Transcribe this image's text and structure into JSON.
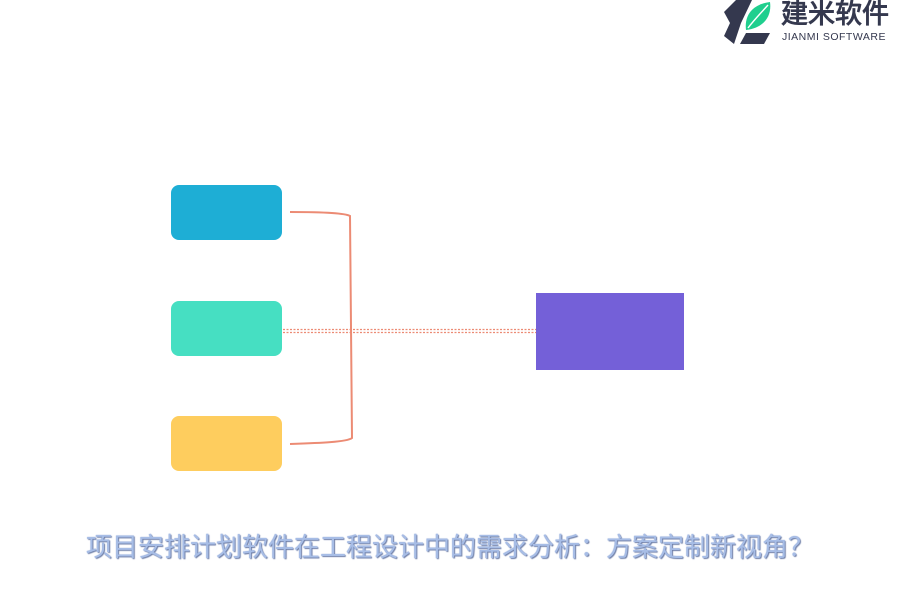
{
  "logo": {
    "name_cn": "建米软件",
    "name_en": "JIANMI SOFTWARE",
    "icon": "jianmi-leaf-logo-icon",
    "colors": {
      "dark": "#34384e",
      "green": "#1fcf8e"
    }
  },
  "diagram": {
    "source_boxes": [
      {
        "label": "",
        "color": "#1eaed5"
      },
      {
        "label": "",
        "color": "#46dfc2"
      },
      {
        "label": "",
        "color": "#fecd5e"
      }
    ],
    "target_box": {
      "label": "",
      "color": "#7460d8"
    },
    "connector_color": "#ec8b74"
  },
  "title": "项目安排计划软件在工程设计中的需求分析：方案定制新视角？"
}
